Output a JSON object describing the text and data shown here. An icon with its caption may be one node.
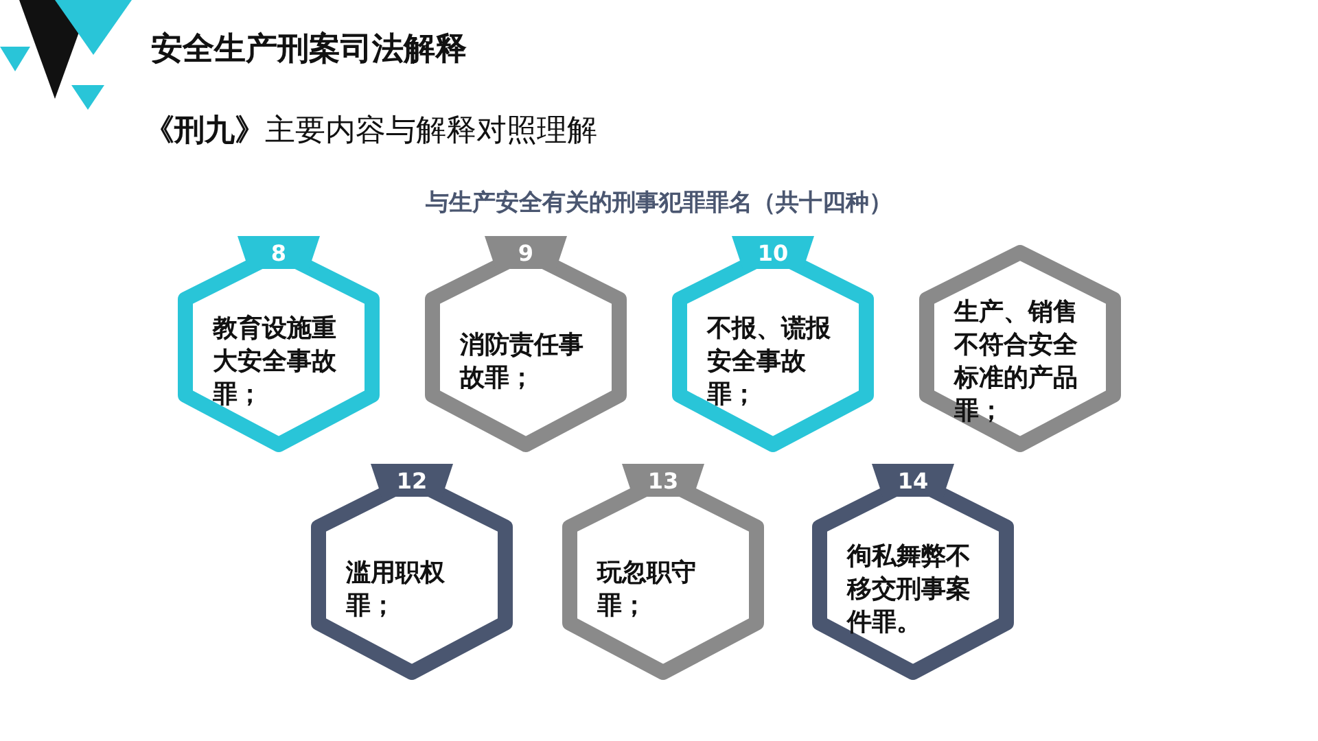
{
  "diagram": {
    "title": "安全生产刑案司法解释",
    "nodes": [
      {
        "text": [
          "8",
          "教育设施重大安全事故罪；"
        ]
      },
      {
        "text": [
          "9",
          "消防责任事故罪；"
        ]
      },
      {
        "text": [
          "10",
          "不报、谎报安全事故罪；"
        ]
      },
      {
        "text": [
          "生产、销售不符合安全标准的产品罪；"
        ]
      },
      {
        "text": [
          "12",
          "滥用职权罪；"
        ]
      },
      {
        "text": [
          "13",
          "玩忽职守罪；"
        ]
      },
      {
        "text": [
          "14",
          "徇私舞弊不移交刑事案件罪。"
        ]
      }
    ],
    "labels": [
      "**《刑九》**主要内容与解释对照理解",
      "与生产安全有关的刑事犯罪罪名（共十四种）"
    ]
  }
}
